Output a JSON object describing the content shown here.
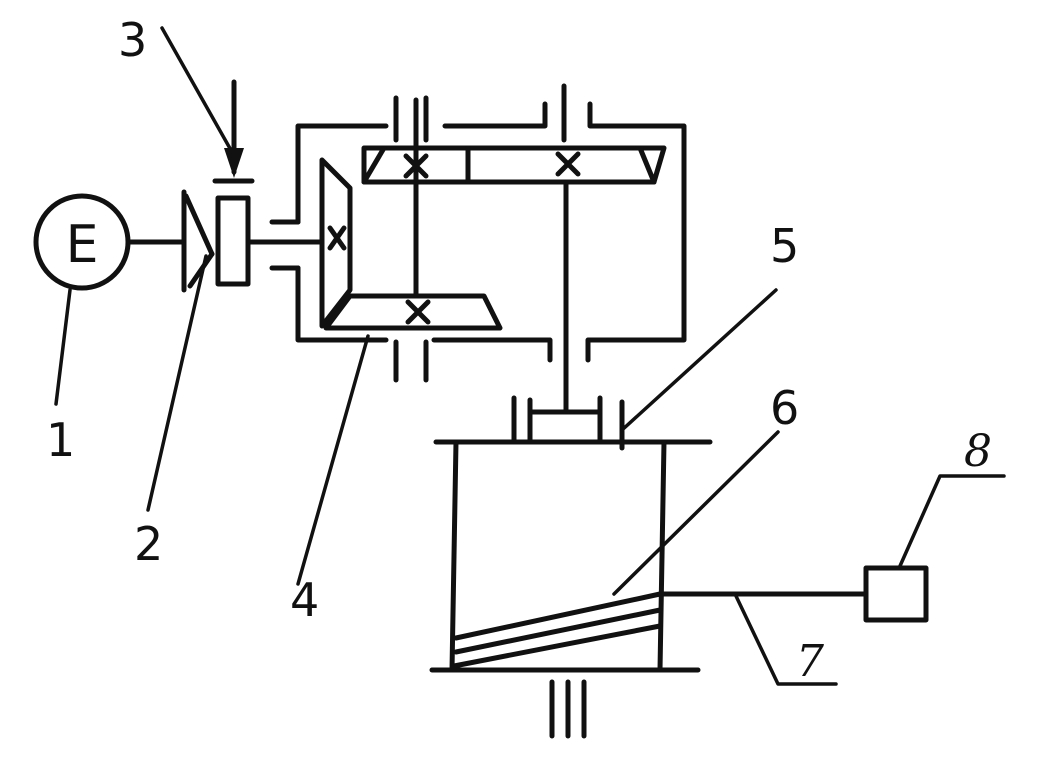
{
  "diagram": {
    "motor_symbol": "E",
    "labels": {
      "n1": "1",
      "n2": "2",
      "n3": "3",
      "n4": "4",
      "n5": "5",
      "n6": "6",
      "n7": "7",
      "n8": "8"
    }
  },
  "colors": {
    "ink": "#111111",
    "background": "#ffffff"
  }
}
